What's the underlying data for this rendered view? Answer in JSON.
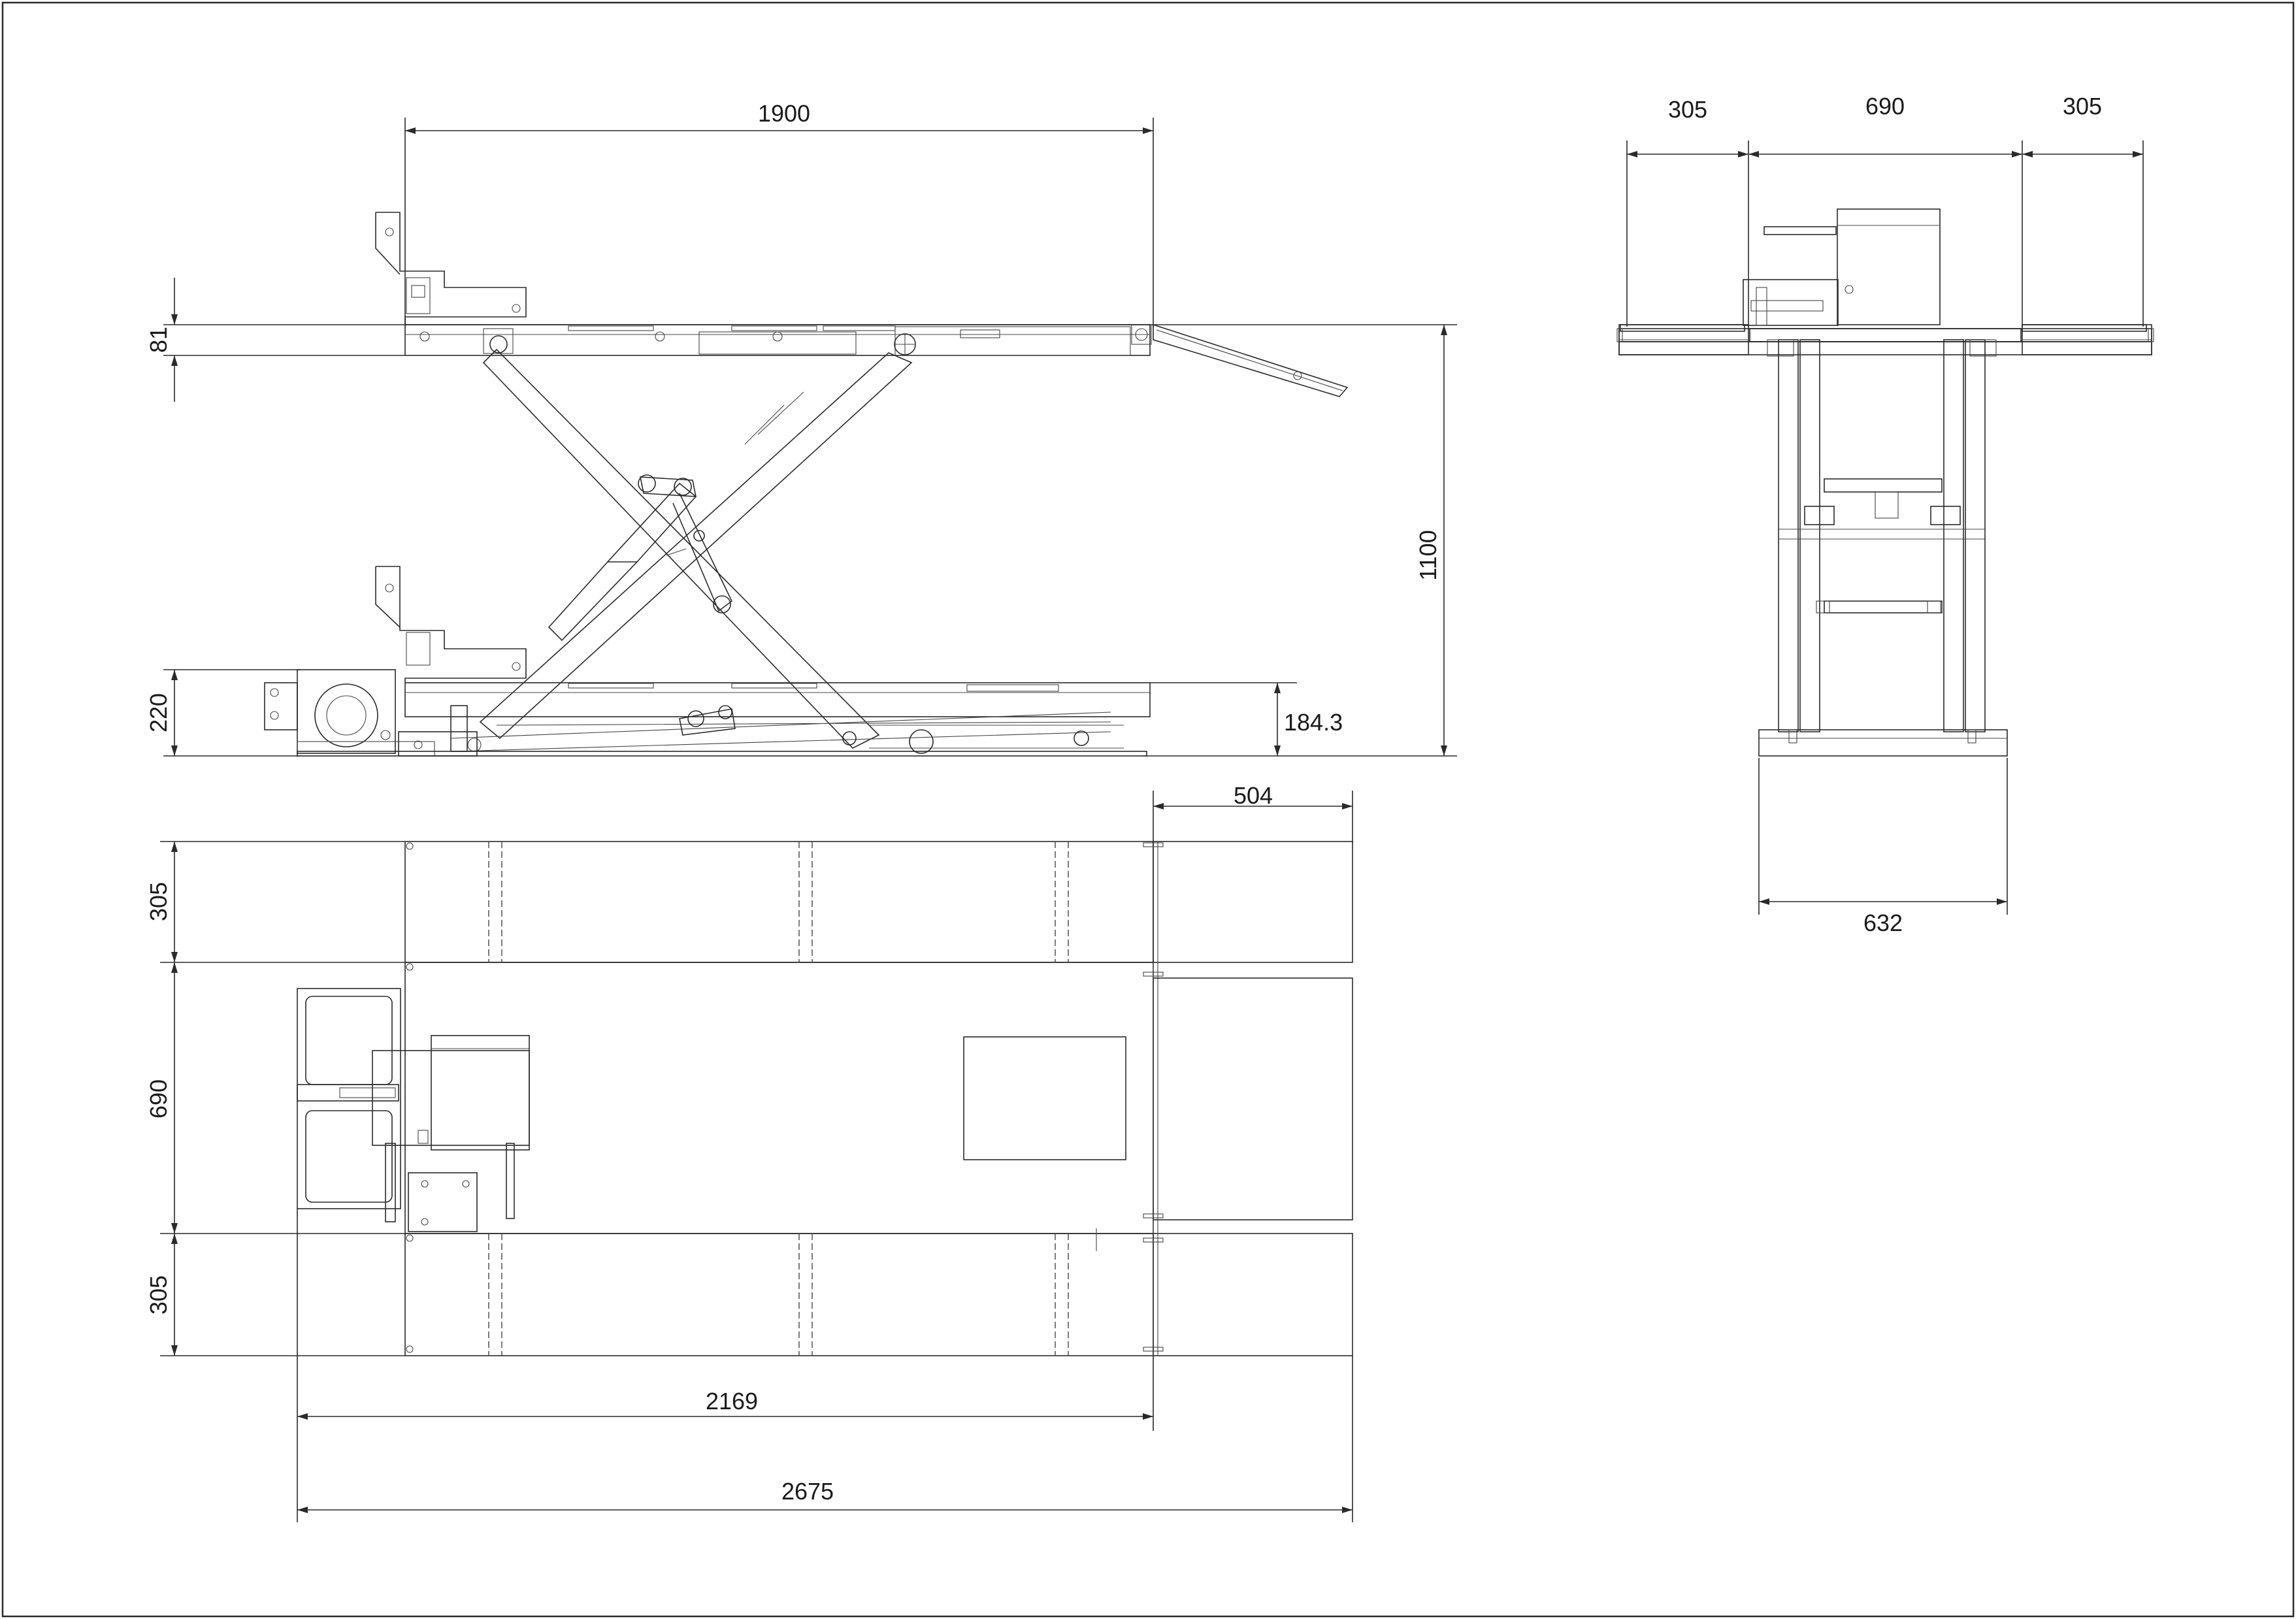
{
  "dimensions": {
    "side_view": {
      "platform_length": "1900",
      "platform_thickness": "81",
      "max_height": "1100",
      "base_height": "220",
      "min_height": "184.3"
    },
    "end_view": {
      "left_extension": "305",
      "platform_width": "690",
      "right_extension": "305",
      "base_width": "632"
    },
    "top_view": {
      "ramp_length": "504",
      "side_panel_top": "305",
      "center_width": "690",
      "side_panel_bottom": "305",
      "platform_length": "2169",
      "total_length": "2675"
    }
  }
}
